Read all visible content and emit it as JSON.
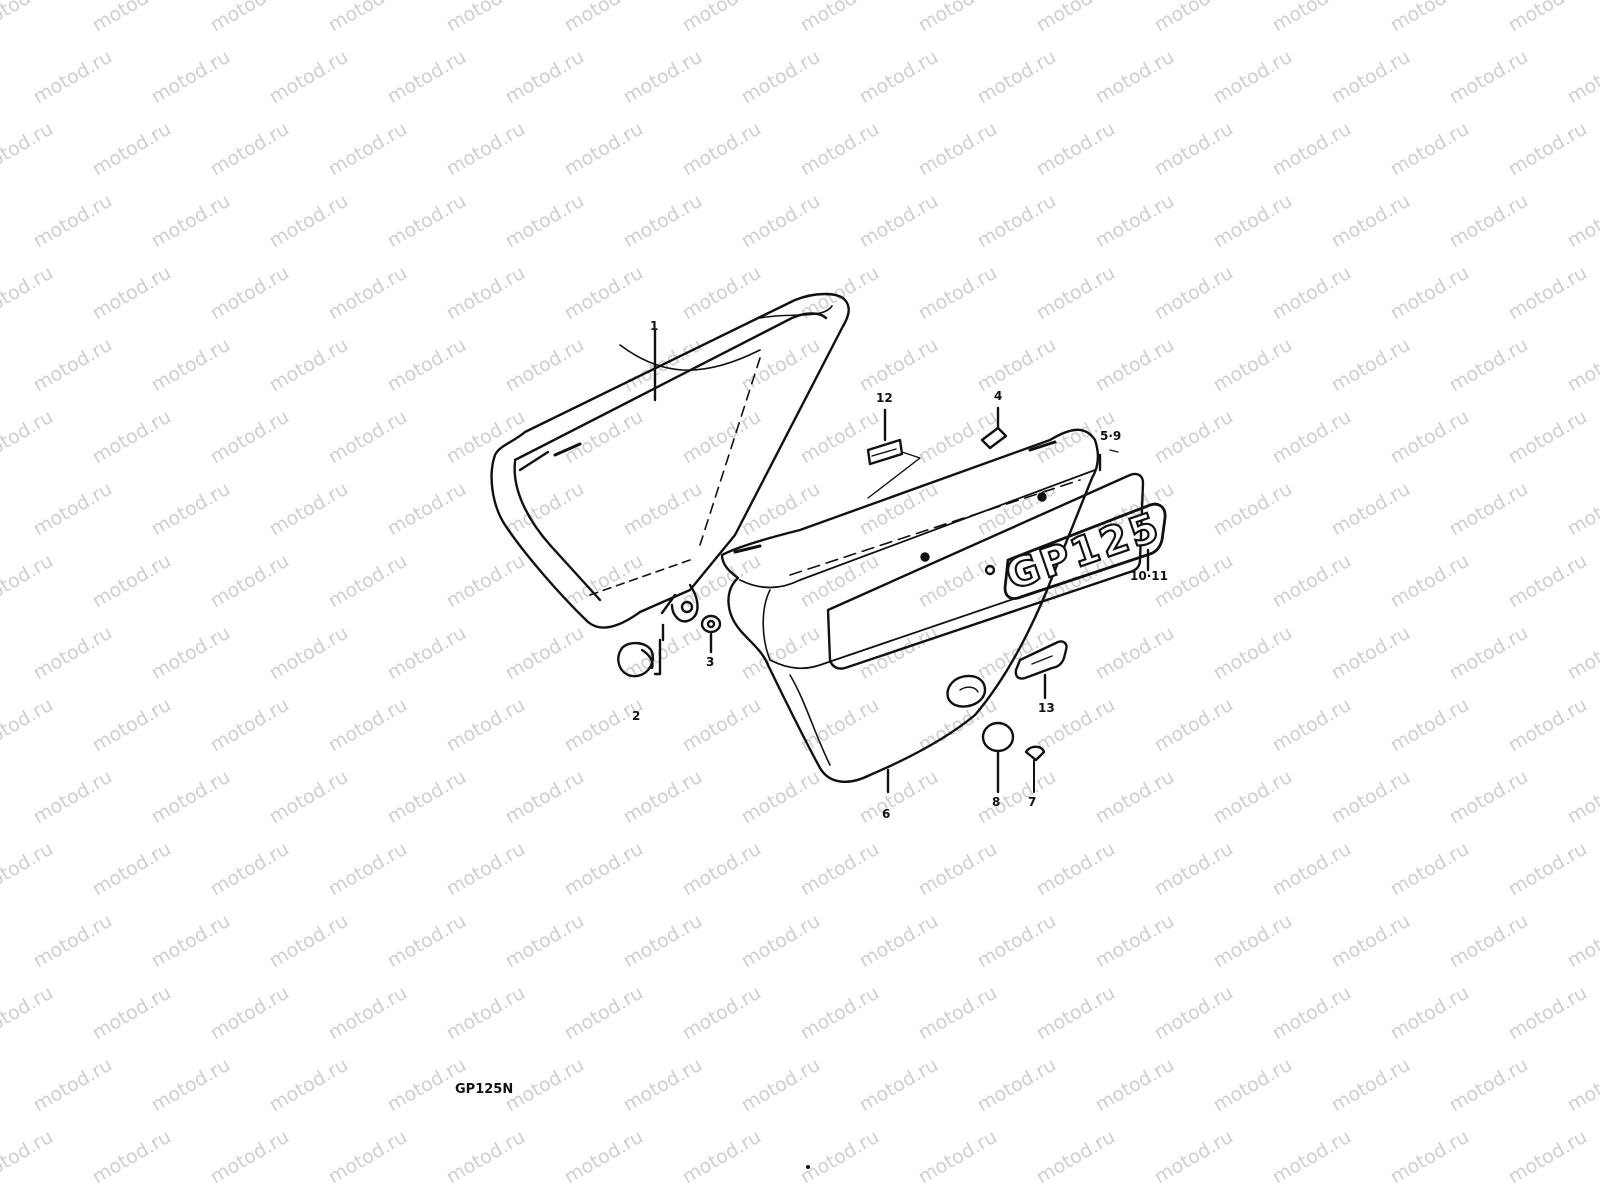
{
  "watermark": {
    "text": "motod.ru"
  },
  "diagram": {
    "model_code": "GP125N",
    "emblem_text": "GP125",
    "callouts": [
      {
        "id": "c1",
        "label": "1"
      },
      {
        "id": "c2",
        "label": "2"
      },
      {
        "id": "c3",
        "label": "3"
      },
      {
        "id": "c4",
        "label": "4"
      },
      {
        "id": "c59",
        "label": "5·9"
      },
      {
        "id": "c6",
        "label": "6"
      },
      {
        "id": "c7",
        "label": "7"
      },
      {
        "id": "c8",
        "label": "8"
      },
      {
        "id": "c1011",
        "label": "10·11"
      },
      {
        "id": "c12",
        "label": "12"
      },
      {
        "id": "c13",
        "label": "13"
      }
    ]
  }
}
